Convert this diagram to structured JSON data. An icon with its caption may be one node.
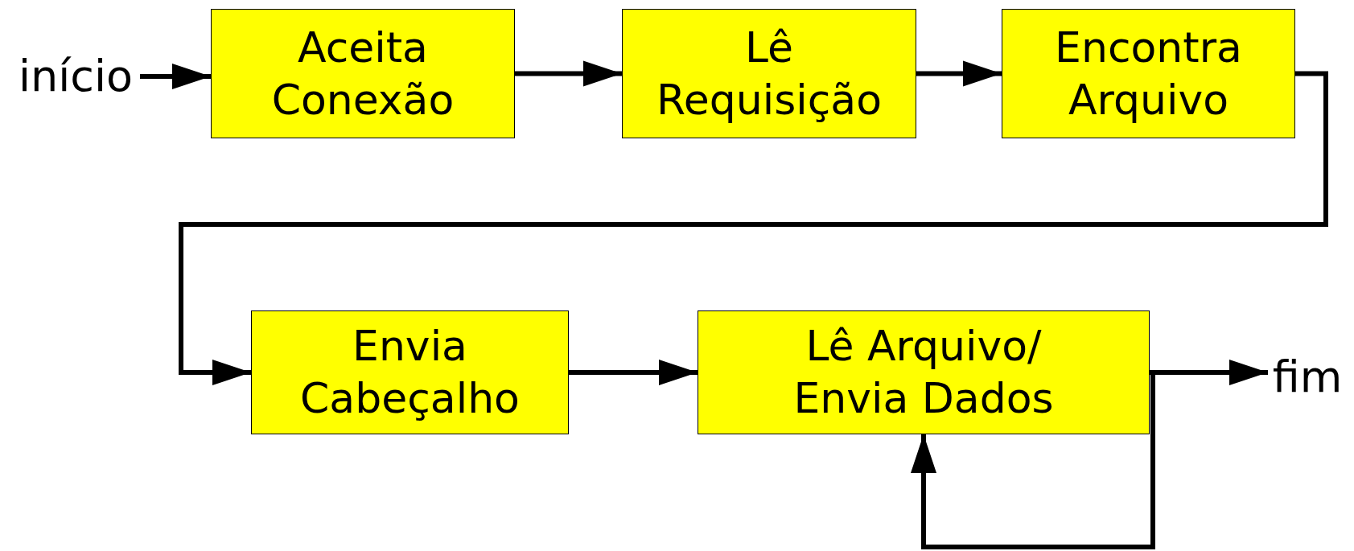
{
  "diagram": {
    "nodes": [
      {
        "text": [
          "início"
        ]
      },
      {
        "text": [
          "Aceita Conexão"
        ]
      },
      {
        "text": [
          "Lê Requisição"
        ]
      },
      {
        "text": [
          "Encontra Arquivo"
        ]
      },
      {
        "text": [
          "Envia Cabeçalho"
        ]
      },
      {
        "text": [
          "Lê Arquivo/ Envia Dados"
        ]
      },
      {
        "text": [
          "fim"
        ]
      }
    ],
    "edges": [
      {
        "from": 0,
        "to": 1,
        "arrow": "to"
      },
      {
        "from": 1,
        "to": 2,
        "arrow": "to"
      },
      {
        "from": 2,
        "to": 3,
        "arrow": "to"
      },
      {
        "from": 3,
        "to": 4,
        "arrow": "to"
      },
      {
        "from": 4,
        "to": 5,
        "arrow": "to"
      },
      {
        "from": 5,
        "to": 6,
        "arrow": "to"
      },
      {
        "from": 5,
        "to": 5,
        "arrow": "to"
      }
    ]
  }
}
